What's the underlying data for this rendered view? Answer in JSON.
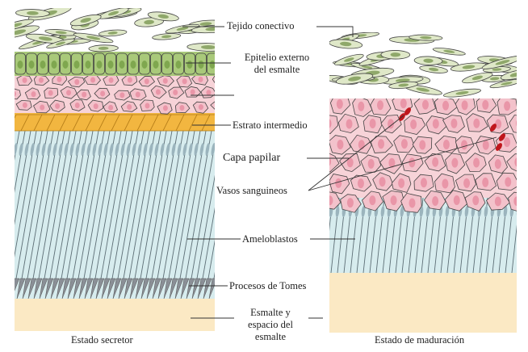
{
  "labels": {
    "tejido_conectivo": "Tejido conectivo",
    "epitelio_line1": "Epitelio externo",
    "epitelio_line2": "del esmalte",
    "estrato_intermedio": "Estrato intermedio",
    "capa_papilar": "Capa papilar",
    "vasos_sanguineos": "Vasos sanguineos",
    "ameloblastos": "Ameloblastos",
    "procesos_tomes": "Procesos de Tomes",
    "esmalte_line1": "Esmalte y",
    "esmalte_line2": "espacio del",
    "esmalte_line3": "esmalte"
  },
  "captions": {
    "left": "Estado secretor",
    "right": "Estado de maduración"
  },
  "colors": {
    "connective_tissue": "#dfe8c8",
    "outer_epithelium": "#a9c97a",
    "papillary_layer": "#f7d3d8",
    "stratum_intermedium": "#f2b640",
    "ameloblasts": "#d7ecee",
    "enamel": "#fbe9c4",
    "blood_vessel": "#c0161c",
    "outline": "#444444"
  }
}
